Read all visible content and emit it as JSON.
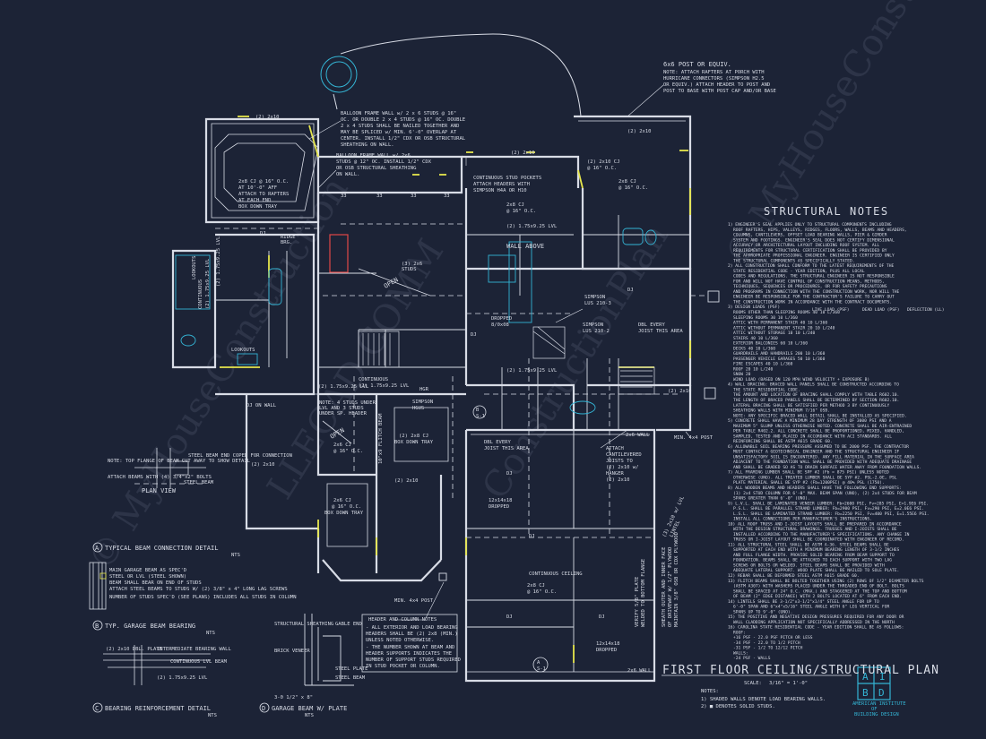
{
  "sheet": {
    "title": "FIRST FLOOR CEILING/STRUCTURAL PLAN",
    "scale_label": "SCALE:",
    "scale_value": "3/16\" = 1'-0\"",
    "notes_heading": "NOTES:",
    "note_1": "1) SHADED WALLS DENOTE LOAD BEARING WALLS.",
    "note_2": "2) ■ DENOTES SOLID STUDS."
  },
  "logo": {
    "letters": [
      "A",
      "I",
      "B",
      "D"
    ],
    "line1": "AMERICAN INSTITUTE",
    "line2": "OF",
    "line3": "BUILDING DESIGN",
    "color": "#34b4d4"
  },
  "structural_notes": {
    "heading": "STRUCTURAL NOTES",
    "lines": [
      "1) ENGINEER'S SEAL APPLIES ONLY TO STRUCTURAL COMPONENTS INCLUDING",
      "ROOF RAFTERS, HIPS, VALLEYS, RIDGES, FLOORS, WALLS, BEAMS AND HEADERS,",
      "COLUMNS, CANTILEVERS, OFFSET LOAD BEARING WALLS, PIER & GIRDER",
      "SYSTEM AND FOOTINGS. ENGINEER'S SEAL DOES NOT CERTIFY DIMENSIONAL",
      "ACCURACY OR ARCHITECTURAL LAYOUT INCLUDING ROOF SYSTEM. ALL",
      "REQUIREMENTS FOR STRUCTURAL CERTIFICATION SHALL BE PROVIDED BY",
      "THE APPROPRIATE PROFESSIONAL ENGINEER. ENGINEER IS CERTIFIED ONLY",
      "THE STRUCTURAL COMPONENTS AS SPECIFICALLY STATED.",
      "2) ALL CONSTRUCTION SHALL CONFORM TO THE LATEST REQUIREMENTS OF THE",
      "STATE RESIDENTIAL CODE - YEAR EDITION, PLUS ALL LOCAL",
      "CODES AND REGULATIONS. THE STRUCTURAL ENGINEER IS NOT RESPONSIBLE",
      "FOR AND WILL NOT HAVE CONTROL OF CONSTRUCTION MEANS, METHODS,",
      "TECHNIQUES, SEQUENCES OR PROCEDURES, OR FOR SAFETY PRECAUTIONS",
      "AND PROGRAMS IN CONNECTION WITH THE CONSTRUCTION WORK, NOR WILL THE",
      "ENGINEER BE RESPONSIBLE FOR THE CONTRACTOR'S FAILURE TO CARRY OUT",
      "THE CONSTRUCTION WORK IN ACCORDANCE WITH THE CONTRACT DOCUMENTS.",
      "3) DESIGN LOADS (PSF)",
      "ROOMS OTHER THAN SLEEPING ROOMS  40  10  L/360",
      "SLEEPING ROOMS  30  10  L/360",
      "ATTIC WITH PERMANENT STAIR  40  10  L/360",
      "ATTIC WITHOUT PERMANENT STAIR  20  10  L/240",
      "ATTIC WITHOUT STORAGE  10  10  L/240",
      "STAIRS  40  10  L/360",
      "EXTERIOR BALCONIES  60  10  L/360",
      "DECKS  40  10  L/360",
      "GUARDRAILS AND HANDRAILS  200  10  L/360",
      "PASSENGER VEHICLE GARAGES  50  10  L/360",
      "FIRE ESCAPES  40  10  L/360",
      "ROOF  20  10  L/240",
      "SNOW  20",
      "WIND LOAD  (BASED ON 120 MPH WIND VELOCITY + EXPOSURE B)",
      "4) WALL BRACING: BRACED WALL PANELS SHALL BE CONSTRUCTED ACCORDING TO",
      "THE STATE RESIDENTIAL CODE.",
      "THE AMOUNT AND LOCATION OF BRACING SHALL COMPLY WITH TABLE R602.10.",
      "THE LENGTH OF BRACED PANELS SHALL BE DETERMINED BY SECTION R602.10.",
      "LATERAL BRACING SHALL BE SATISFIED PER METHOD 3 BY CONTINUOUSLY",
      "SHEATHING WALLS WITH MINIMUM 7/16\" OSB.",
      "NOTE: ANY SPECIFIC BRACED WALL DETAIL SHALL BE INSTALLED AS SPECIFIED.",
      "5) CONCRETE SHALL HAVE A MINIMUM 28 DAY STRENGTH OF 3000 PSI AND A",
      "MAXIMUM 5\" SLUMP UNLESS OTHERWISE NOTED. CONCRETE SHALL BE AIR-ENTRAINED",
      "PER TABLE R402.2. ALL CONCRETE SHALL BE PROPORTIONED, MIXED, HANDLED,",
      "SAMPLED, TESTED AND PLACED IN ACCORDANCE WITH ACI STANDARDS. ALL",
      "REINFORCING SHALL BE ASTM A615 GRADE 60.",
      "6) ALLOWABLE SOIL BEARING PRESSURE ASSUMED TO BE 2000 PSF. THE CONTRACTOR",
      "MUST CONTACT A GEOTECHNICAL ENGINEER AND THE STRUCTURAL ENGINEER IF",
      "UNSATISFACTORY SOIL IS ENCOUNTERED. ANY FILL MATERIAL IN THE SURFACE AREA",
      "ADJACENT TO THE FOUNDATION WALL SHALL BE PROVIDED WITH ADEQUATE DRAINAGE",
      "AND SHALL BE GRADED SO AS TO DRAIN SURFACE WATER AWAY FROM FOUNDATION WALLS.",
      "7) ALL FRAMING LUMBER SHALL BE SPF #2 (Fb = 875 PSI) UNLESS NOTED",
      "OTHERWISE (UNO). ALL TREATED LUMBER SHALL BE SYP #2. PSL-2.0E, PSL",
      "PLATE MATERIAL SHALL BE SYP #2 (Fb=1200PSI) @ 40% PSL (1750).",
      "8) ALL WOODEN BEAMS AND HEADERS SHALL HAVE THE FOLLOWING END SUPPORTS:",
      "(1) 2x4 STUD COLUMN FOR 6'-0\" MAX. BEAM SPAN (UNO), (2) 2x4 STUDS FOR BEAM",
      "SPANS GREATER THAN 6'-0\" (UNO).",
      "9) L.V.L. SHALL BE LAMINATED VENEER LUMBER: Fb=2600 PSI, Fv=285 PSI, E=1.9E6 PSI.",
      "P.S.L. SHALL BE PARALLEL STRAND LUMBER: Fb=2900 PSI, Fv=290 PSI, E=2.0E6 PSI.",
      "L.S.L. SHALL BE LAMINATED STRAND LUMBER: Fb=2250 PSI, Fv=400 PSI, E=1.55E6 PSI.",
      "INSTALL ALL CONNECTIONS PER MANUFACTURER'S INSTRUCTIONS.",
      "10) ALL ROOF TRUSS AND I-JOIST LAYOUTS SHALL BE PREPARED IN ACCORDANCE",
      "WITH THE DESIGN STRUCTURAL DRAWINGS. TRUSSES AND I-JOISTS SHALL BE",
      "INSTALLED ACCORDING TO THE MANUFACTURER'S SPECIFICATIONS. ANY CHANGE IN",
      "TRUSS OR I-JOIST LAYOUT SHALL BE COORDINATED WITH ENGINEER OF RECORD.",
      "11) ALL STRUCTURAL STEEL SHALL BE ASTM A-36. STEEL BEAMS SHALL BE",
      "SUPPORTED AT EACH END WITH A MINIMUM BEARING LENGTH OF 3-1/2 INCHES",
      "AND FULL FLANGE WIDTH. PROVIDE SOLID BEARING FROM BEAM SUPPORT TO",
      "FOUNDATION. BEAMS SHALL BE ATTACHED TO EACH SUPPORT WITH TWO LAG",
      "SCREWS OR BOLTS OR WELDED. STEEL BEAMS SHALL BE PROVIDED WITH",
      "ADEQUATE LATERAL SUPPORT. WOOD PLATE SHALL BE NAILED TO SOLE PLATE.",
      "12) REBAR SHALL BE DEFORMED STEEL ASTM A615 GRADE 60.",
      "13) FLITCH BEAMS SHALL BE BOLTED TOGETHER USING (2) ROWS OF 1/2\" DIAMETER BOLTS",
      "(ASTM A307) WITH WASHERS PLACED UNDER THE THREADED END OF BOLT. BOLTS",
      "SHALL BE SPACED AT 24\" O.C. (MAX.) AND STAGGERED AT THE TOP AND BOTTOM",
      "OF BEAM (2\" EDGE DISTANCE) WITH 2 BOLTS LOCATED AT 6\" FROM EACH END.",
      "14) LINTELS SHALL BE 3-1/2\"x3-1/2\"x1/4\" STEEL ANGLE FOR UP TO",
      "6'-0\" SPAN AND 6\"x4\"x5/16\" STEEL ANGLE WITH 6\" LEG VERTICAL FOR",
      "SPANS UP TO 9'-0\" (UNO).",
      "15) THE POSITIVE AND NEGATIVE DESIGN PRESSURES REQUIRED FOR ANY DOOR OR",
      "WALL CLADDING APPLICATION NOT SPECIFICALLY ADDRESSED IN THE NORTH",
      "16) CAROLINA STATE RESIDENTIAL CODE - YEAR EDITION SHALL BE AS FOLLOWS:",
      "ROOF:",
      "+16 PSF - 22.0 PSF PITCH OR LESS",
      "-34 PSF - 22.0 TO 1/2 PITCH",
      "-31 PSF - 1/2 TO 12/12 PITCH",
      "WALLS:",
      "-24 PSF - WALLS"
    ]
  },
  "design_load_headers": [
    "LIVE LOAD (PSF)",
    "DEAD LOAD (PSF)",
    "DEFLECTION (LL)"
  ],
  "details": {
    "plan_view": "PLAN VIEW",
    "typical_beam": "TYPICAL BEAM CONNECTION DETAIL",
    "garage_beam_bearing": "TYP. GARAGE BEAM BEARING",
    "bearing_reinforcement": "BEARING REINFORCEMENT DETAIL",
    "garage_beam_plate": "GARAGE BEAM W/ PLATE",
    "nts": "NTS",
    "markers": [
      "A",
      "B",
      "C",
      "D"
    ],
    "plan_view_callouts": [
      "NOTE: TOP FLANGE OF BEAM CUT AWAY TO SHOW DETAIL",
      "STEEL BEAM END COPED FOR CONNECTION",
      "ATTACH BEAMS WITH (4) 3/4\"x2\" BOLTS",
      "STEEL BEAM"
    ],
    "garage_callouts": [
      "MAIN GARAGE BEAM AS SPEC'D",
      "STEEL OR LVL (STEEL SHOWN)",
      "BEAM SHALL BEAR ON END OF STUDS",
      "ATTACH STEEL BEAMS TO STUDS W/ (2) 3/8\" x 4\" LONG LAG SCREWS",
      "NUMBER OF STUDS SPEC'D (SEE PLANS) INCLUDES ALL STUDS IN COLUMN"
    ],
    "bearing_callouts": [
      "(2) 2x10 DBL. PLATE",
      "INTERMEDIATE BEARING WALL",
      "CONTINUOUS LVL BEAM",
      "(2) 1.75x9.25 LVL"
    ],
    "garage_plate_callouts": [
      "STRUCTURAL SHEATHING",
      "GABLE END",
      "BRICK VENEER",
      "STEEL PLATE",
      "STEEL BEAM",
      "3-0 1/2\" x 8\""
    ]
  },
  "header_notes": {
    "title": "HEADER AND COLUMN NOTES",
    "lines": [
      "- ALL EXTERIOR AND LOAD BEARING",
      "HEADERS SHALL BE (2) 2x8 (MIN.)",
      "UNLESS NOTED OTHERWISE.",
      "- THE NUMBER SHOWN AT BEAM AND",
      "HEADER SUPPORTS INDICATES THE",
      "NUMBER OF SUPPORT STUDS REQUIRED",
      "IN STUD POCKET OR COLUMN."
    ]
  },
  "callouts": {
    "porch_post": "6x6 POST OR EQUIV.",
    "porch_note": [
      "NOTE: ATTACH RAFTERS AT PORCH WITH",
      "HURRICANE CONNECTORS (SIMPSON H2.5",
      "OR EQUIV.) ATTACH HEADER TO POST AND",
      "POST TO BASE WITH POST CAP AND/OR BASE"
    ],
    "balloon_1": [
      "BALLOON FRAME WALL w/ 2 x 6 STUDS @ 16\"",
      "OC. OR DOUBLE 2 x 4 STUDS @ 16\" OC. DOUBLE",
      "2 x 4 STUDS SHALL BE NAILED TOGETHER AND",
      "MAY BE SPLICED w/ MIN. 6'-0\" OVERLAP AT",
      "CENTER. INSTALL 1/2\" CDX OR OSB STRUCTURAL",
      "SHEATHING ON WALL."
    ],
    "balloon_2": [
      "BALLOON FRAME WALL w/ 2x6",
      "STUDS @ 12\" OC. INSTALL 1/2\" CDX",
      "OR OSB STRUCTURAL SHEATHING",
      "ON WALL."
    ],
    "continuous_stud": [
      "CONTINUOUS STUD POCKETS",
      "ATTACH HEADERS WITH",
      "SIMPSON H4A OR H10"
    ],
    "tray": [
      "2x8 CJ @ 16\" O.C.",
      "AT 10'-0\" AFF",
      "ATTACH TO RAFTERS",
      "AT EACH END",
      "BOX DOWN TRAY"
    ],
    "ridge_brg": [
      "RIDGE",
      "BRG."
    ],
    "wall_above": "WALL ABOVE",
    "open": "OPEN",
    "simpson_1": [
      "SIMPSON",
      "LUS 210-3"
    ],
    "simpson_2": [
      "SIMPSON",
      "LUS 210-2"
    ],
    "dbl_every": [
      "DBL EVERY",
      "JOIST THIS AREA"
    ],
    "dropped": [
      "DROPPED",
      "8/0x08"
    ],
    "studs": [
      "(3) 2x6",
      "STUDS"
    ],
    "lvl_1": "(2) 1.75x9.25 LVL",
    "lvl_2": "(2) 1.75x9.25 LVL",
    "lvl_3": "(2) 1.75x9.25 LVL",
    "continuous_lvl": [
      "CONTINUOUS",
      "(2) 1.75x9.25 LVL"
    ],
    "dj_on_wall": "DJ ON WALL",
    "note_studs": [
      "NOTE: 4 STUDS UNDER",
      "LVL AND 3 STUDS",
      "UNDER SP. HEADER"
    ],
    "flitch": "10\"x9 FLITCH BEAM",
    "simpson_hgus": [
      "SIMPSON",
      "HGUS"
    ],
    "box_tray_2": [
      "(2) 2x8 CJ",
      "BOX DOWN TRAY"
    ],
    "box_tray_3": [
      "2x6 CJ",
      "@ 16\" O.C.",
      "BOX DOWN TRAY"
    ],
    "cantilever": [
      "ATTACH",
      "CANTILEVERED",
      "JOISTS TO",
      "(2) 2x10 w/",
      "HANGER"
    ],
    "min_post": "MIN. 4x4 POST",
    "min_post_2": "MIN. 4x4 POST",
    "lintel": [
      "(3) 2x10 w/ LVL",
      "LINTEL"
    ],
    "sheath": [
      "SHEATH OUTER AND INNER FACE",
      "OF DRIVEWAY W/ 1/2\" PLYWOOD",
      "MAINTAIN 3/8\" OSB OR CDX PLYWOOD"
    ],
    "plate_note": [
      "VERIFY 5/8\" PLATE",
      "WELDED TO BOTTOM FLANGE"
    ],
    "dropped_2": [
      "12x14x18",
      "DROPPED"
    ],
    "dropped_3": [
      "12x14x18",
      "DROPPED"
    ],
    "dbl_every_2": [
      "DBL EVERY",
      "JOIST THIS AREA"
    ],
    "hanger": "(2) 2x10",
    "continuous_ceiling": "CONTINUOUS CEILING",
    "cj_2x10": [
      "(2) 2x10 CJ",
      "@ 16\" O.C."
    ],
    "cj_2x8_a": [
      "2x8 CJ",
      "@ 16\" O.C."
    ],
    "cj_2x8_b": [
      "2x8 CJ",
      "@ 16\" O.C."
    ],
    "cj_2x8_c": [
      "2x8 CJ",
      "@ 16\" O.C."
    ],
    "cj_2x6": [
      "2x6 CJ",
      "@ 16\" O.C."
    ],
    "lookouts": "LOOKOUTS",
    "lookouts_2": "LOOKOUTS",
    "continuous_tray": [
      "CONTINUOUS",
      "(2) 1.75x9.25 LVL"
    ],
    "wall_label": "2x6 WALL",
    "post_label": "2x6 WALL",
    "dj": "DJ",
    "hgr": "HGR",
    "beam_2x10_labels": [
      "(2) 2x10",
      "(2) 2x10",
      "(2) 2x10",
      "(2) 2x10",
      "(2) 2x10",
      "(2) 2x10"
    ],
    "dim_labels": [
      "33",
      "33",
      "33",
      "33"
    ],
    "section_marks": [
      "A",
      "S-1",
      "B",
      "S-1"
    ]
  },
  "watermarks": [
    "© MyHouseConstruction",
    "LLECAD COMM",
    "ConstructionPlan",
    "© MyHouseConstruction"
  ]
}
